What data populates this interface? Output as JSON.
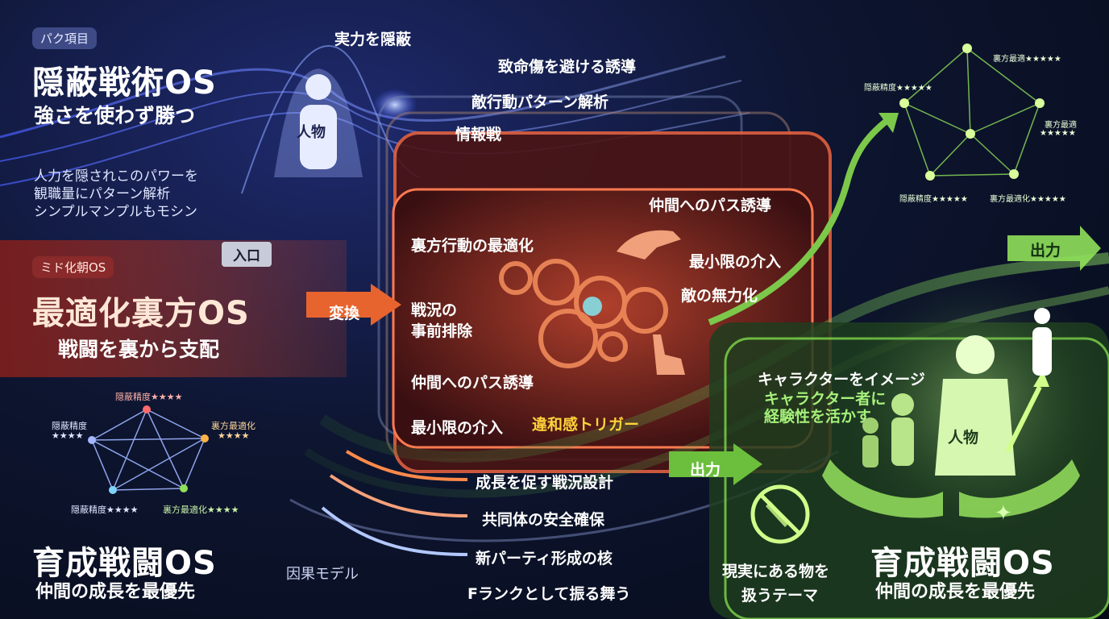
{
  "left_top": {
    "chip": "パク項目",
    "title": "隠蔽戦術OS",
    "subtitle": "強さを使わず勝つ",
    "desc": [
      "人力を隠されこのパワーを",
      "観職量にパターン解析",
      "シンプルマンプルもモシン"
    ]
  },
  "left_mid": {
    "chip": "ミド化朝OS",
    "title": "最適化裏方OS",
    "subtitle": "戦闘を裏から支配",
    "entry": "入口",
    "convert": "変換"
  },
  "left_bottom": {
    "title": "育成戦闘OS",
    "subtitle": "仲間の成長を最優先",
    "causal": "因果モデル"
  },
  "top_flow": {
    "person": "人物",
    "items": [
      "実力を隠蔽",
      "致命傷を避ける誘導",
      "敵行動パターン解析",
      "情報戦"
    ]
  },
  "center_panel": {
    "items": [
      "裏方行動の最適化",
      "戦況の",
      "事前排除",
      "仲間へのパス誘導",
      "最小限の介入",
      "違和感トリガー"
    ],
    "right_items": [
      "仲間へのパス誘導",
      "最小限の介入",
      "敵の無力化"
    ]
  },
  "bottom_flow": {
    "items": [
      "成長を促す戦況設計",
      "共同体の安全確保",
      "新パーティ形成の核",
      "Fランクとして振る舞う"
    ],
    "output": "出力"
  },
  "right_top": {
    "output": "出力",
    "radar_labels": [
      "隠蔽精度★★★★★",
      "裏方最適★★★★★",
      "裏方最適",
      "★★★★★",
      "隠蔽精度★★★★★",
      "裏方最適化★★★★★"
    ]
  },
  "left_radar": {
    "labels": [
      "隠蔽精度★★★★",
      "隠蔽精度",
      "★★★★",
      "裏方最適化",
      "★★★★",
      "隠蔽精度★★★★",
      "裏方最適化★★★★"
    ]
  },
  "right_bottom": {
    "line1": "キャラクターをイメージ",
    "line2": "キャラクター者に",
    "line3": "経験性を活かす",
    "person": "人物",
    "theme1": "現実にある物を",
    "theme2": "扱うテーマ",
    "title": "育成戦闘OS",
    "subtitle": "仲間の成長を最優先"
  },
  "colors": {
    "blue": "#6f8cff",
    "red": "#d9533c",
    "green": "#8fe05a",
    "gold": "#ffd23a"
  }
}
